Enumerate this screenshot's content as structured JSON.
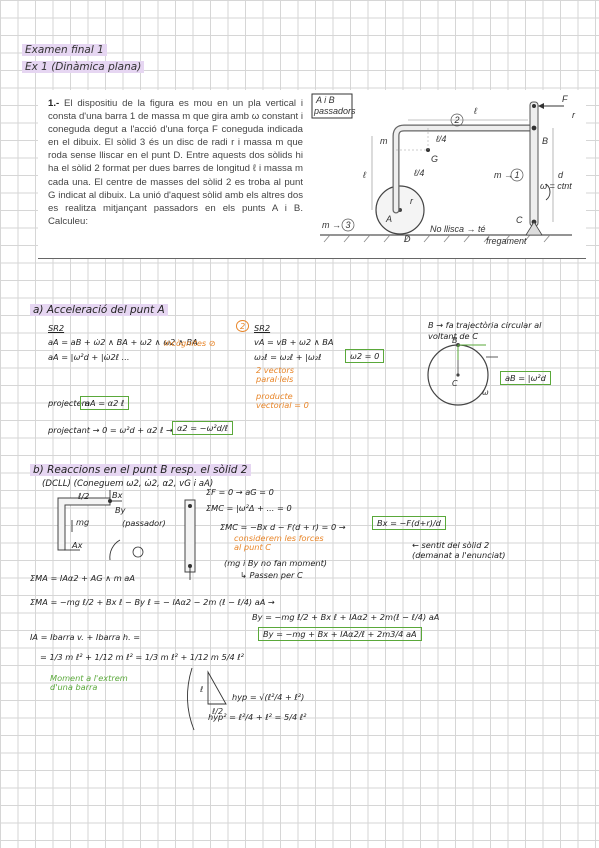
{
  "header": {
    "exam_title": "Examen final 1",
    "exercise_title": "Ex 1 (Dinàmica plana)"
  },
  "problem": {
    "number": "1.-",
    "text": "El dispositiu de la figura es mou en un pla vertical i consta d'una barra 1 de massa m que gira amb ω constant i coneguda degut a l'acció d'una força F coneguda indicada en el dibuix. El sòlid 3 és un disc de radi r i massa m que roda sense lliscar en el punt D. Entre aquests dos sòlids hi ha el sòlid 2 format per dues barres de longitud ℓ i massa m cada una. El centre de masses del sòlid 2 es troba al punt G indicat al dibuix. La unió d'aquest sòlid amb els altres dos es realitza mitjançant passadors en els punts A i B. Calculeu:"
  },
  "figure": {
    "note_ab": "A i B",
    "note_passadors": "passadors",
    "label_l": "ℓ",
    "label_F": "F",
    "label_r": "r",
    "label_B": "B",
    "label_2": "2",
    "label_m_top": "m",
    "label_G": "G",
    "label_l4a": "ℓ/4",
    "label_l4b": "ℓ/4",
    "label_m1": "m →",
    "label_1": "1",
    "label_omega": "ω = ctnt",
    "label_d": "d",
    "label_C": "C",
    "label_A": "A",
    "label_D": "D",
    "label_r_disc": "r",
    "label_m3": "m →",
    "label_3": "3",
    "label_l_left": "ℓ",
    "label_noslip": "No llisca → té",
    "label_fregament": "fregament"
  },
  "section_a": {
    "title": "a) Acceleració del punt A",
    "sr2_a": "SR2",
    "eq_aA": "aA = aB + ω̇2 ∧ BA + ω2 ∧ ω2 ∧ BA",
    "eq_aA2": "aA = |ω²d + |ω̇2ℓ ...",
    "note_incognites": "incògnites ⊘",
    "projectem": "projectem",
    "box_aA": "aA = α2 ℓ",
    "projectant": "projectant → 0 = ω²d + α2 ℓ →",
    "box_alpha": "α2 = −ω²d/ℓ",
    "circle_2": "2",
    "sr2_b": "SR2",
    "eq_vA": "vA = vB + ω2 ∧ BA",
    "eq_vA2": "ω₂ℓ = ω₂ℓ + |ω₂ℓ",
    "box_w2": "ω2 = 0",
    "vec_parallel": "2 vectors paral·lels",
    "prod_vec": "producte vectorial = 0",
    "b_traj": "B → fa trajectòria circular al voltant de C",
    "box_aB": "aB = |ω²d",
    "circle_C": "C",
    "circle_B": "B",
    "circle_w": "ω"
  },
  "section_b": {
    "title": "b) Reaccions en el punt B resp. el sòlid 2",
    "subtitle": "(DCLL) (Coneguem ω2, ω̇2, α2, vG i aA)",
    "l2": "ℓ/2",
    "label_Bx": "Bx",
    "label_By": "By",
    "label_mg": "mg",
    "label_Ax": "Ax",
    "label_passador": "(passador)",
    "eq_sum_fi": "ΣF = 0 → aG = 0",
    "eq_sum_mc": "ΣMC = |ω²Δ + ... = 0",
    "eq_mc2": "ΣMC = −Bx d − F(d + r) = 0 →",
    "box_bx": "Bx = −F(d+r)/d",
    "note_f_arrow": "← sentit del sòlid 2 (demanat a l'enunciat)",
    "note_orange": "considerem les forces al punt C",
    "note_mg": "(mg i By no fan moment)",
    "note_passen": "↳ Passen per C",
    "eq_sum_ma": "ΣMA = IAα2 + AG ∧ m aA",
    "eq_ma2": "ΣMA = −mg ℓ/2 + Bx ℓ − By ℓ = − IAα2 − 2m (ℓ − ℓ/4) aA →",
    "eq_by1": "By = −mg ℓ/2 + Bx ℓ + IAα2 + 2m(ℓ − ℓ/4) aA",
    "box_by": "By = −mg + Bx + IAα2/ℓ + 2m3/4 aA",
    "eq_ia": "IA = Ibarra v. + Ibarra h. =",
    "eq_ia2": "= 1/3 m ℓ² + 1/12 m ℓ² = 1/3 m ℓ² + 1/12 m 5/4 ℓ²",
    "note_moment": "Moment a l'extrem d'una barra",
    "hyp": "hyp = √(ℓ²/4 + ℓ²)",
    "hyp2": "hyp² = ℓ²/4 + ℓ² = 5/4 ℓ²",
    "tri_l": "ℓ",
    "tri_l2": "ℓ/2"
  },
  "colors": {
    "green": "#5aa83a",
    "orange": "#e8862a",
    "highlight": "#e6d6f2",
    "grid": "#d6d6d6"
  }
}
